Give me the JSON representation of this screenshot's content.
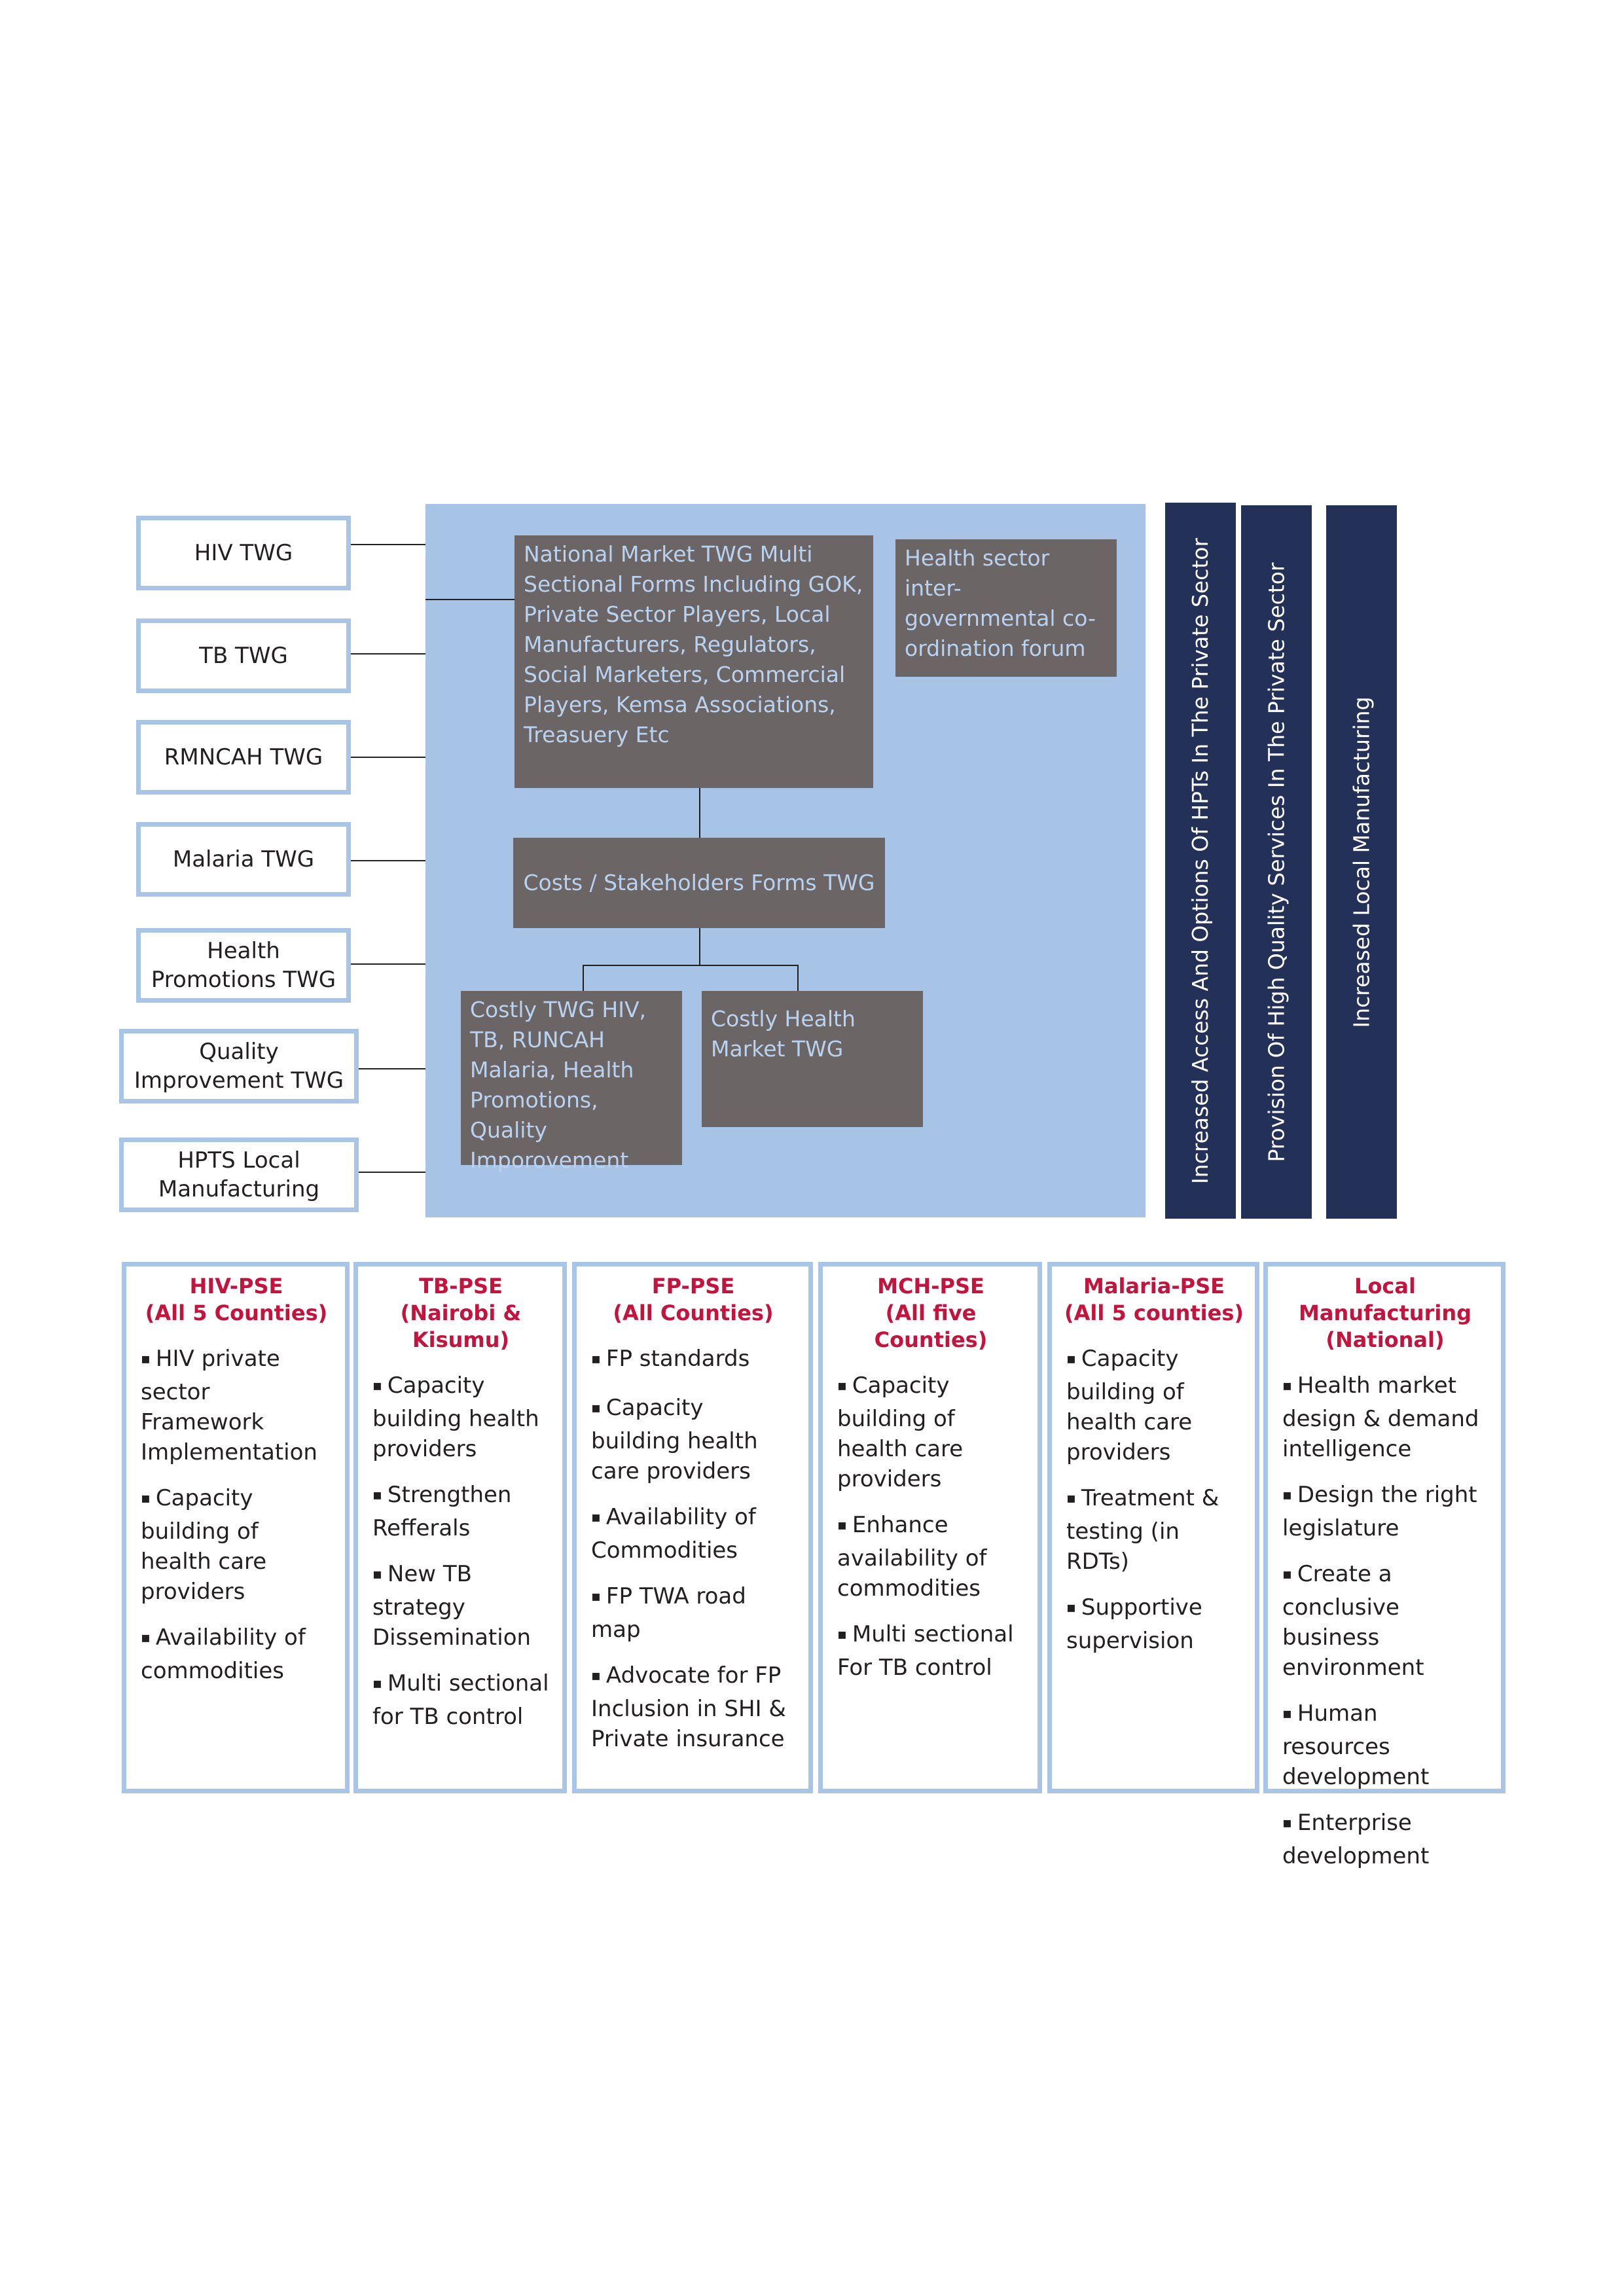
{
  "twgs": [
    "HIV TWG",
    "TB TWG",
    "RMNCAH TWG",
    "Malaria TWG",
    "Health Promotions TWG",
    "Quality Improvement TWG",
    "HPTS Local Manufacturing"
  ],
  "panel": {
    "national_market": "National Market TWG Multi Sectional Forms Including GOK, Private Sector Players, Local Manufacturers, Regulators, Social Marketers, Commercial Players, Kemsa Associations, Treasuery Etc",
    "health_sector": "Health sector inter-governmental co-ordination forum",
    "costs_stakeholders": "Costs / Stakeholders Forms TWG",
    "costly_twg": "Costly TWG HIV, TB, RUNCAH Malaria, Health Promotions, Quality Imporovement",
    "costly_health_market": "Costly Health Market TWG"
  },
  "outcomes": [
    "Increased Access And Options Of HPTs In The Private Sector",
    "Provision Of High Quality Services In The Private Sector",
    "Increased Local Manufacturing"
  ],
  "columns": [
    {
      "title": "HIV-PSE",
      "subtitle": "(All 5 Counties)",
      "items": [
        "HIV private sector Framework Implementation",
        "Capacity building of health care providers",
        "Availability of commodities"
      ]
    },
    {
      "title": "TB-PSE",
      "subtitle": "(Nairobi & Kisumu)",
      "items": [
        "Capacity building health providers",
        "Strengthen Refferals",
        "New TB strategy Dissemination",
        "Multi sectional for TB control"
      ]
    },
    {
      "title": "FP-PSE",
      "subtitle": "(All Counties)",
      "items": [
        "FP standards",
        "Capacity building health care providers",
        "Availability of Commodities",
        "FP TWA road map",
        "Advocate for FP Inclusion in SHI & Private insurance"
      ]
    },
    {
      "title": "MCH-PSE",
      "subtitle": "(All five Counties)",
      "items": [
        "Capacity building of health care providers",
        "Enhance availability of commodities",
        "Multi sectional For TB control"
      ]
    },
    {
      "title": "Malaria-PSE",
      "subtitle": "(All 5 counties)",
      "items": [
        "Capacity building of health care providers",
        "Treatment & testing (in RDTs)",
        "Supportive supervision"
      ]
    },
    {
      "title": "Local Manufacturing",
      "subtitle": "(National)",
      "items": [
        "Health market design & demand intelligence",
        "Design the right legislature",
        "Create a conclusive business environment",
        "Human resources development",
        "Enterprise development"
      ]
    }
  ],
  "colors": {
    "light_blue": "#a7c3e5",
    "box_border": "#a8c4e6",
    "grey_box": "#6b6565",
    "navy": "#233058",
    "heading_red": "#c4133c"
  }
}
